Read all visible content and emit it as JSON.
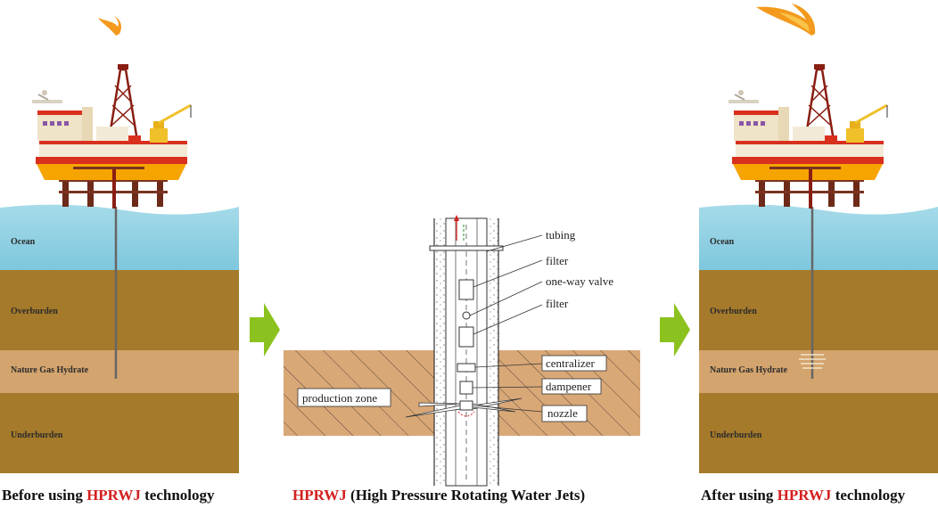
{
  "left_panel": {
    "layers": [
      "Ocean",
      "Overburden",
      "Nature Gas Hydrate",
      "Underburden"
    ]
  },
  "right_panel": {
    "layers": [
      "Ocean",
      "Overburden",
      "Nature Gas Hydrate",
      "Underburden"
    ]
  },
  "middle_panel": {
    "zone_label": "production zone",
    "parts": [
      "tubing",
      "filter",
      "one-way valve",
      "filter",
      "centralizer",
      "dampener",
      "nozzle"
    ]
  },
  "captions": {
    "left": {
      "pre": "Before using ",
      "highlight": "HPRWJ",
      "post": " technology"
    },
    "middle": {
      "pre": "",
      "highlight": "HPRWJ",
      "post": " (High Pressure Rotating Water Jets)"
    },
    "right": {
      "pre": "After using ",
      "highlight": "HPRWJ",
      "post": " technology"
    }
  },
  "colors": {
    "ocean": "#87cde0",
    "overburden": "#a57a2a",
    "hydrate": "#d4a46e",
    "underburden": "#a57a2a",
    "arrow": "#8cc21f",
    "highlight": "#d42020",
    "zone": "#d9a877"
  }
}
